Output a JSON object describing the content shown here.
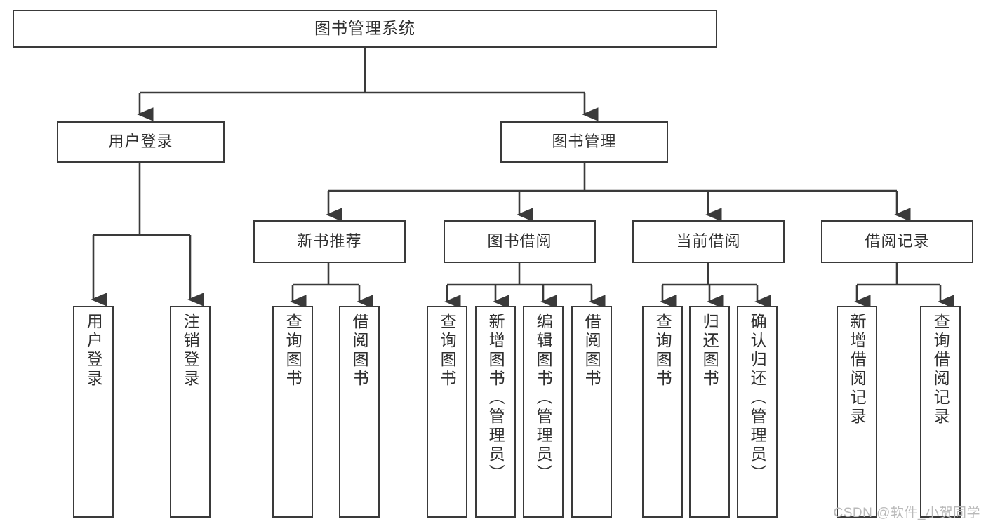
{
  "diagram": {
    "title": "图书管理系统",
    "root": {
      "label": "图书管理系统"
    },
    "level1": [
      {
        "label": "用户登录"
      },
      {
        "label": "图书管理"
      }
    ],
    "level2": [
      {
        "label": "新书推荐"
      },
      {
        "label": "图书借阅"
      },
      {
        "label": "当前借阅"
      },
      {
        "label": "借阅记录"
      }
    ],
    "leaves": {
      "user_login": [
        {
          "label": "用户登录"
        },
        {
          "label": "注销登录"
        }
      ],
      "new_book_recommend": [
        {
          "label": "查询图书"
        },
        {
          "label": "借阅图书"
        }
      ],
      "book_borrow": [
        {
          "label": "查询图书"
        },
        {
          "label": "新增图书（管理员）"
        },
        {
          "label": "编辑图书（管理员）"
        },
        {
          "label": "借阅图书"
        }
      ],
      "current_borrow": [
        {
          "label": "查询图书"
        },
        {
          "label": "归还图书"
        },
        {
          "label": "确认归还（管理员）"
        }
      ],
      "borrow_record": [
        {
          "label": "新增借阅记录"
        },
        {
          "label": "查询借阅记录"
        }
      ]
    },
    "watermark": "CSDN @软件_小贺同学",
    "colors": {
      "stroke": "#3a3a3a",
      "text": "#2f2f2f",
      "background": "#ffffff",
      "watermark": "#b9b9b9"
    }
  }
}
